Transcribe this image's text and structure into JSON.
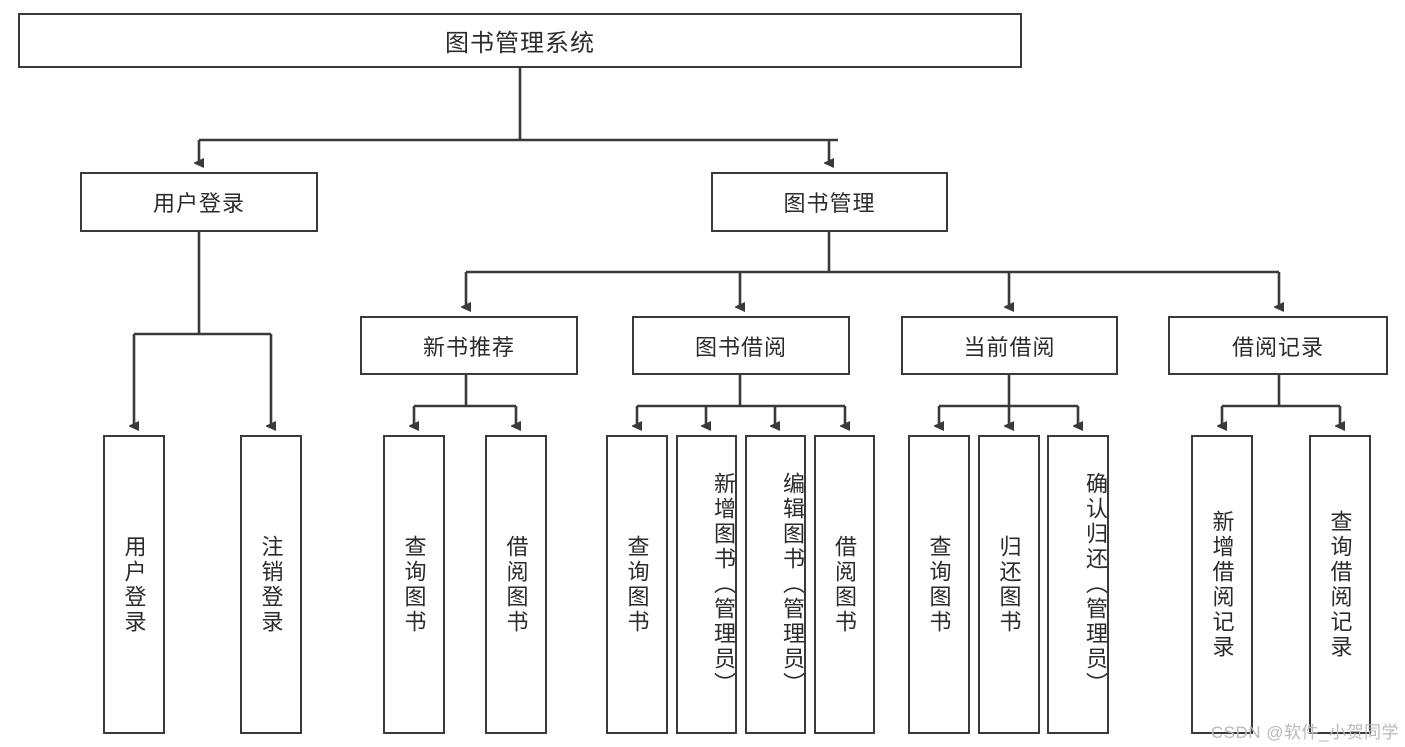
{
  "diagram": {
    "type": "tree",
    "title": "图书管理系统",
    "watermark": "CSDN @软件_小贺同学",
    "stroke_color": "#3a3a3a",
    "fill_color": "#ffffff",
    "text_color": "#2b2b2b",
    "root": {
      "label": "图书管理系统"
    },
    "level1": [
      {
        "label": "用户登录"
      },
      {
        "label": "图书管理"
      }
    ],
    "level2": [
      {
        "label": "新书推荐"
      },
      {
        "label": "图书借阅"
      },
      {
        "label": "当前借阅"
      },
      {
        "label": "借阅记录"
      }
    ],
    "leaves": {
      "user_login": [
        {
          "label": "用户登录"
        },
        {
          "label": "注销登录"
        }
      ],
      "new_book_recommend": [
        {
          "label": "查询图书"
        },
        {
          "label": "借阅图书"
        }
      ],
      "book_borrow": [
        {
          "label": "查询图书"
        },
        {
          "label": "新增图书（管理员）"
        },
        {
          "label": "编辑图书（管理员）"
        },
        {
          "label": "借阅图书"
        }
      ],
      "current_borrow": [
        {
          "label": "查询图书"
        },
        {
          "label": "归还图书"
        },
        {
          "label": "确认归还（管理员）"
        }
      ],
      "borrow_record": [
        {
          "label": "新增借阅记录"
        },
        {
          "label": "查询借阅记录"
        }
      ]
    }
  }
}
